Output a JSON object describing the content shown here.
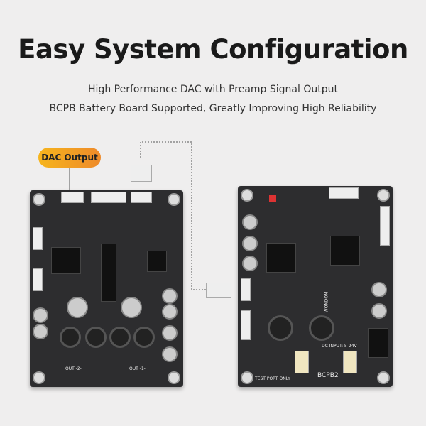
{
  "title": "Easy System Configuration",
  "subtitle_lines": [
    "High Performance DAC with Preamp Signal Output",
    "BCPB Battery Board Supported, Greatly Improving High Reliability"
  ],
  "badge": {
    "label": "DAC Output",
    "color": "#f2a020"
  },
  "left_board": {
    "labels": {
      "out2": "OUT -2-",
      "out1": "OUT -1-"
    }
  },
  "right_board": {
    "labels": {
      "model": "BCPB2",
      "dc": "DC INPUT: 5-24V",
      "brand": "WONDOM",
      "test": "TEST PORT ONLY"
    }
  }
}
